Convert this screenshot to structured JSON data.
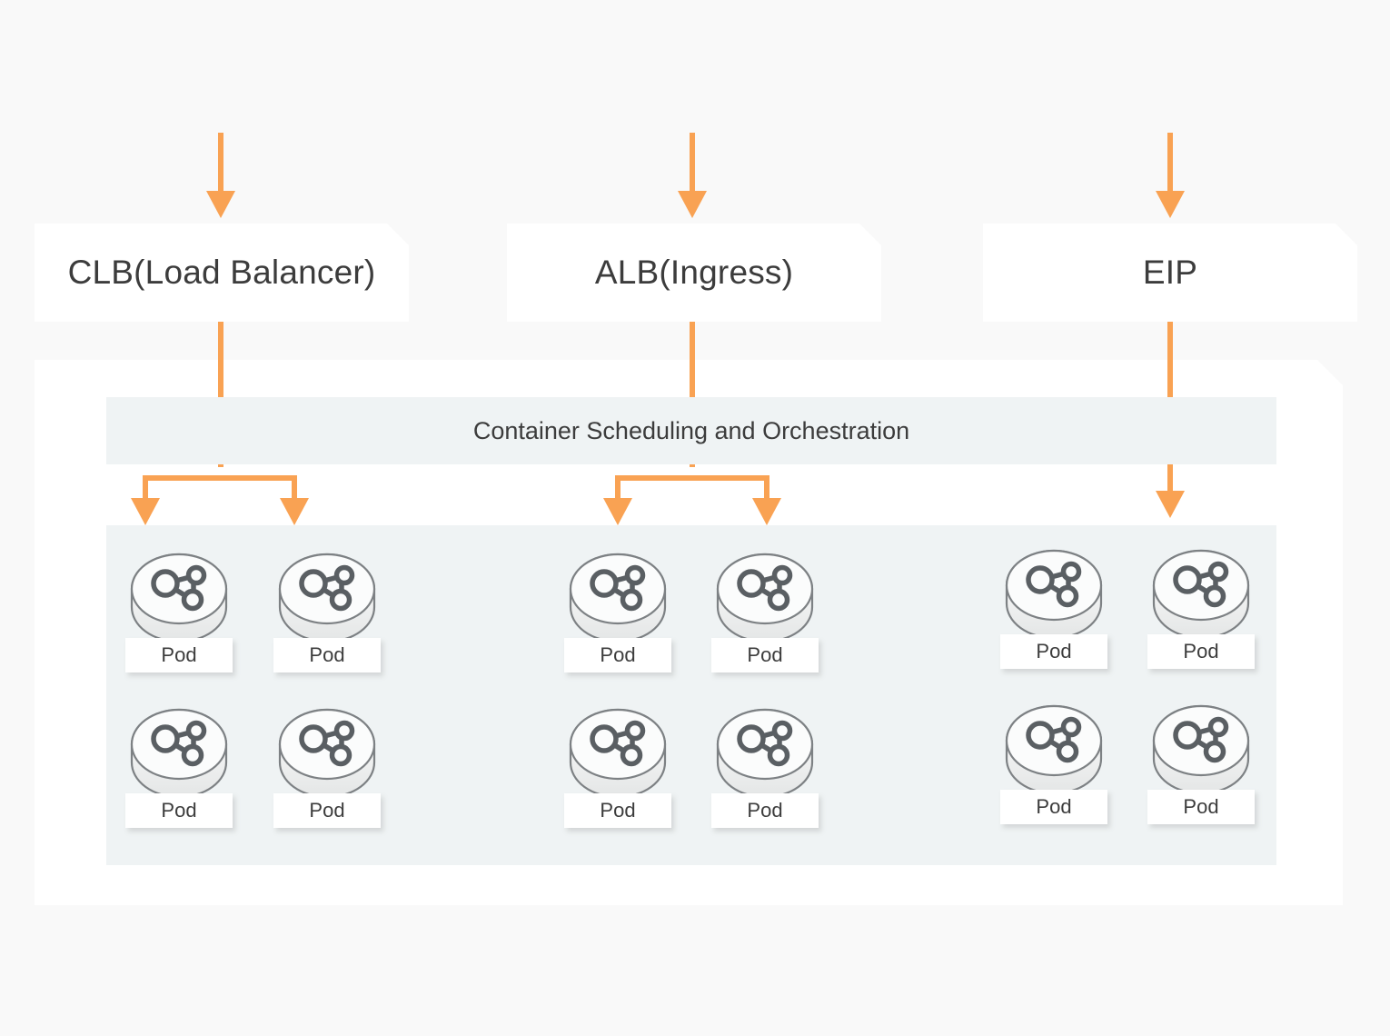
{
  "page": {
    "background": "#f9f9f9",
    "accent_orange": "#f9a253",
    "panel_gray": "#eff3f4",
    "text_color": "#3c3c3c"
  },
  "entry_nodes": [
    {
      "id": "clb",
      "label": "CLB(Load Balancer)"
    },
    {
      "id": "alb",
      "label": "ALB(Ingress)"
    },
    {
      "id": "eip",
      "label": "EIP"
    }
  ],
  "container": {
    "orchestration_label": "Container Scheduling and Orchestration"
  },
  "pods": {
    "label": "Pod",
    "icon": "share-network-icon",
    "groups": [
      {
        "source": "clb",
        "columns": [
          {
            "rows": [
              "Pod",
              "Pod"
            ]
          },
          {
            "rows": [
              "Pod",
              "Pod"
            ]
          }
        ]
      },
      {
        "source": "alb",
        "columns": [
          {
            "rows": [
              "Pod",
              "Pod"
            ]
          },
          {
            "rows": [
              "Pod",
              "Pod"
            ]
          }
        ]
      },
      {
        "source": "eip",
        "columns": [
          {
            "rows": [
              "Pod",
              "Pod"
            ]
          },
          {
            "rows": [
              "Pod",
              "Pod"
            ]
          }
        ]
      }
    ]
  },
  "connectors": {
    "inbound_arrow": "arrow-down-icon",
    "fork_arrow": "fork-arrow-icon",
    "straight_arrow": "arrow-down-icon"
  }
}
